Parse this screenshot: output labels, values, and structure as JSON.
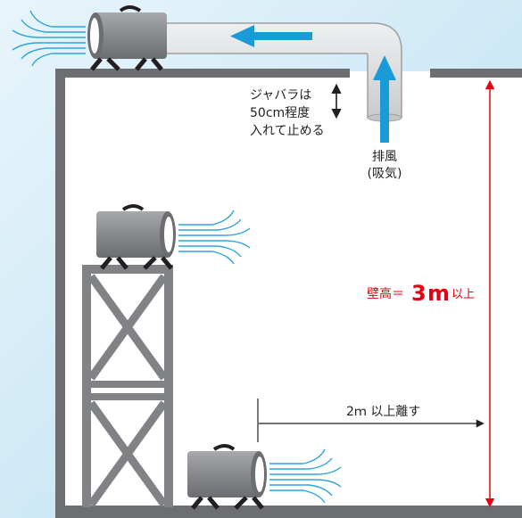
{
  "labels": {
    "bellows_line1": "ジャバラは",
    "bellows_line2": "50cm程度",
    "bellows_line3": "入れて止める",
    "exhaust_line1": "排風",
    "exhaust_line2": "(吸気)",
    "wall_height_prefix": "壁高＝",
    "wall_height_value": "3",
    "wall_height_unit": "m",
    "wall_height_suffix": "以上",
    "distance_label": "2ｍ 以上離す"
  },
  "colors": {
    "background_top": "#cde9f7",
    "wall": "#6d6e71",
    "duct": "#dfe1e3",
    "duct_stroke": "#9ea0a3",
    "flow_arrow": "#1a9ad6",
    "airflow_lines": "#2ea3de",
    "height_arrow": "#e60012",
    "blower_body": "#8c8d90",
    "tower": "#808285",
    "text": "#231f20"
  },
  "icons": {
    "blower": "blower-fan-icon",
    "airflow": "airflow-wave-icon"
  }
}
